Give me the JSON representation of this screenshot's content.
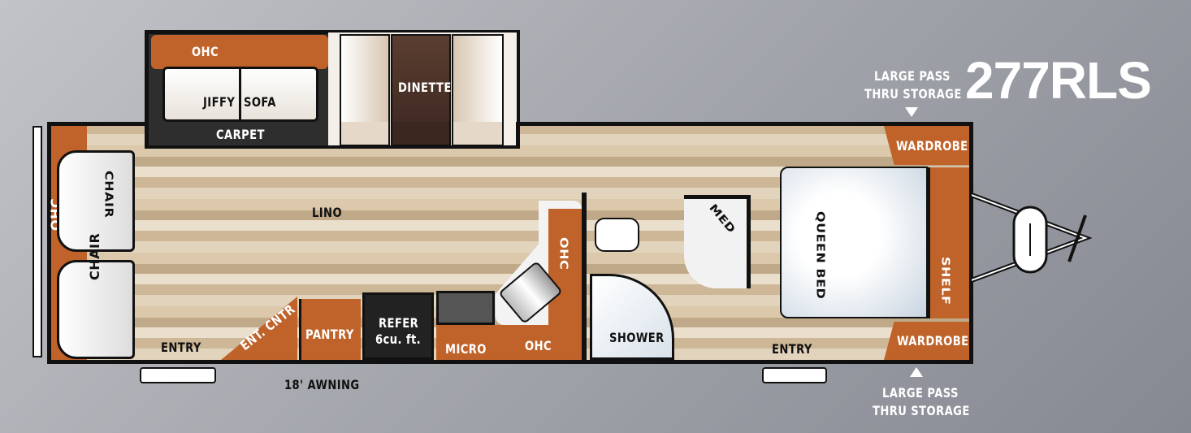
{
  "model": "277RLS",
  "storage_top": [
    "LARGE PASS",
    "THRU STORAGE"
  ],
  "storage_bottom": [
    "LARGE PASS",
    "THRU STORAGE"
  ],
  "rooms": {
    "ohc_slide": "OHC",
    "jiffy": "JIFFY",
    "sofa": "SOFA",
    "carpet": "CARPET",
    "dinette": "DINETTE",
    "chair1": "CHAIR",
    "chair2": "CHAIR",
    "ohc_front": "OHC",
    "lino": "LINO",
    "entry1": "ENTRY",
    "entry2": "ENTRY",
    "awning": "18' AWNING",
    "ent_cntr": "ENT. CNTR",
    "pantry": "PANTRY",
    "refer1": "REFER",
    "refer2": "6cu. ft.",
    "micro": "MICRO",
    "ohc_kitchen": "OHC",
    "ohc_vertical": "OHC",
    "shower": "SHOWER",
    "med": "MED",
    "queen_bed": "QUEEN BED",
    "wardrobe_top": "WARDROBE",
    "wardrobe_bottom": "WARDROBE",
    "shelf": "SHELF"
  },
  "colors": {
    "cabinet": "#c0632a",
    "floor": "#d9c4a6",
    "outline": "#111111"
  }
}
